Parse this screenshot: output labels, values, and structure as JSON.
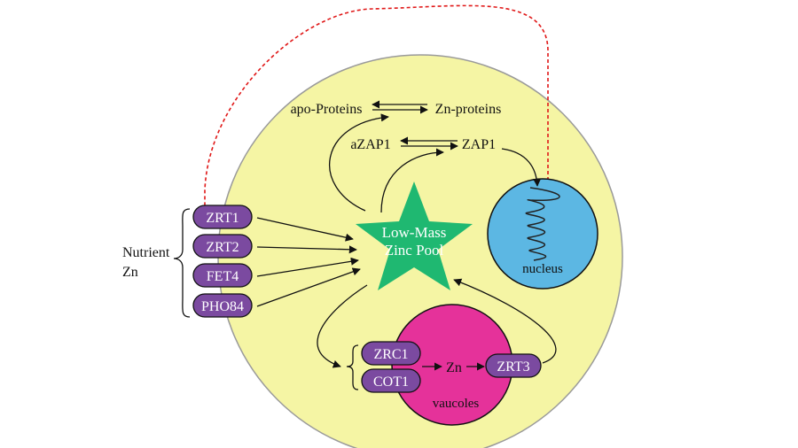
{
  "colors": {
    "cell": "#f5f5a4",
    "transporter": "#7b4aa0",
    "star": "#1fb871",
    "nucleus": "#5cb7e3",
    "vacuole": "#e5329a",
    "feedback": "#e01818",
    "arrow": "#111111"
  },
  "labels": {
    "apo_proteins": "apo-Proteins",
    "zn_proteins": "Zn-proteins",
    "azap1": "aZAP1",
    "zap1": "ZAP1",
    "nutrient_line1": "Nutrient",
    "nutrient_line2": "Zn",
    "pool_line1": "Low-Mass",
    "pool_line2": "Zinc Pool",
    "nucleus": "nucleus",
    "vacuoles": "vaucoles",
    "zn": "Zn"
  },
  "plasma_transporters": [
    "ZRT1",
    "ZRT2",
    "FET4",
    "PHO84"
  ],
  "vacuole_transporters": {
    "importers": [
      "ZRC1",
      "COT1"
    ],
    "exporter": "ZRT3"
  }
}
